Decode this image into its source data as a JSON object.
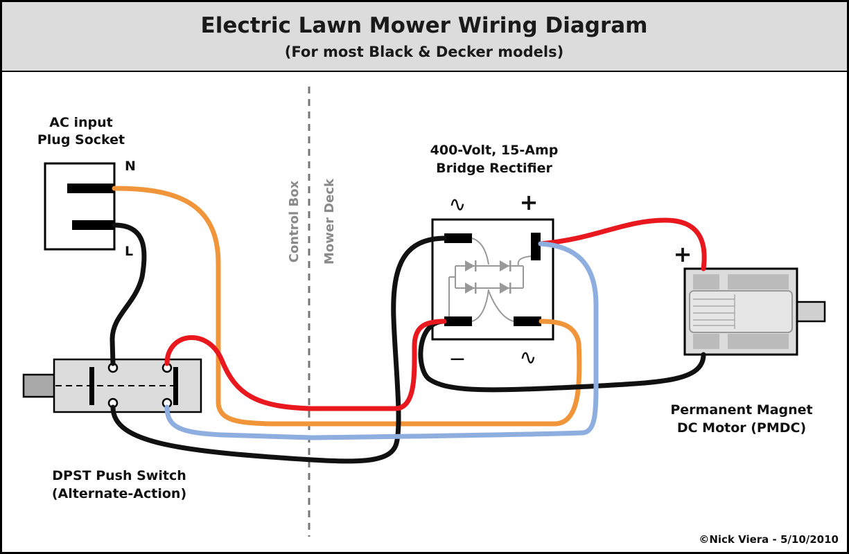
{
  "header": {
    "title": "Electric Lawn Mower Wiring Diagram",
    "subtitle": "(For most Black & Decker models)"
  },
  "labels": {
    "socket_line1": "AC input",
    "socket_line2": "Plug Socket",
    "socket_n": "N",
    "socket_l": "L",
    "control_box": "Control Box",
    "mower_deck": "Mower Deck",
    "rectifier_line1": "400-Volt, 15-Amp",
    "rectifier_line2": "Bridge Rectifier",
    "rect_ac_top": "∿",
    "rect_plus": "+",
    "rect_minus": "−",
    "rect_ac_bottom": "∿",
    "motor_plus": "+",
    "motor_line1": "Permanent Magnet",
    "motor_line2": "DC Motor (PMDC)",
    "switch_line1": "DPST Push Switch",
    "switch_line2": "(Alternate-Action)",
    "copyright": "©Nick Viera - 5/10/2010"
  },
  "colors": {
    "header_bg": "#dcdcdc",
    "wire_black": "#111111",
    "wire_orange": "#f0953a",
    "wire_red": "#e8181e",
    "wire_blue": "#8eaee0",
    "divider": "#777777"
  }
}
